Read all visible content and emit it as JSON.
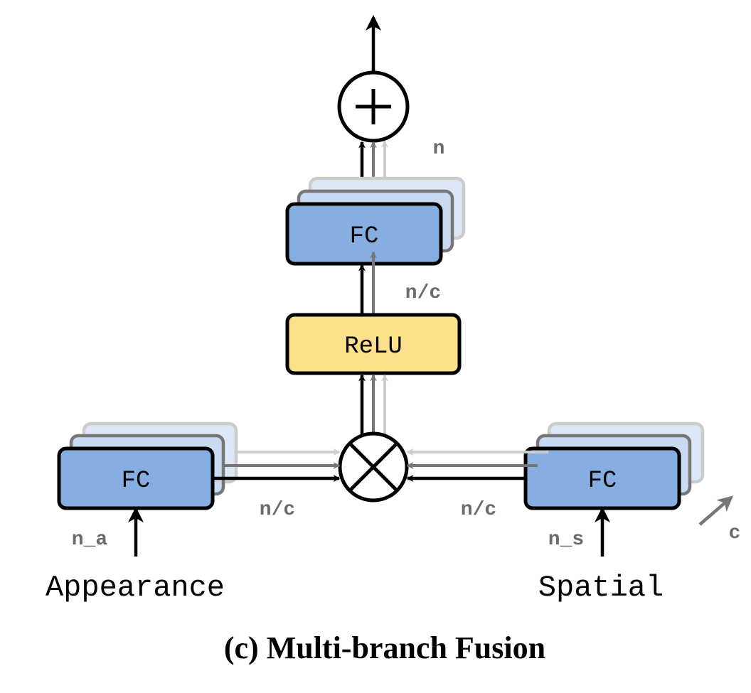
{
  "diagram": {
    "caption": "(c) Multi-branch Fusion",
    "inputs": {
      "appearance": "Appearance",
      "spatial": "Spatial"
    },
    "blocks": {
      "fc_top": "FC",
      "relu": "ReLU",
      "fc_left": "FC",
      "fc_right": "FC"
    },
    "dimensions": {
      "output": "n",
      "relu_out": "n/c",
      "left_branch": "n/c",
      "right_branch": "n/c",
      "appearance_in": "n_a",
      "spatial_in": "n_s",
      "cardinality": "c"
    },
    "operators": {
      "sum": "sum-operator",
      "product": "product-operator"
    },
    "colors": {
      "fc_fill": "#87aee0",
      "fc_fill_light": "#c9daf0",
      "fc_fill_lighter": "#dde8f6",
      "relu_fill": "#fde08a",
      "stroke": "#000000",
      "mid_gray": "#777777",
      "light_gray": "#cccccc",
      "label_gray": "#6b6b6b"
    }
  }
}
